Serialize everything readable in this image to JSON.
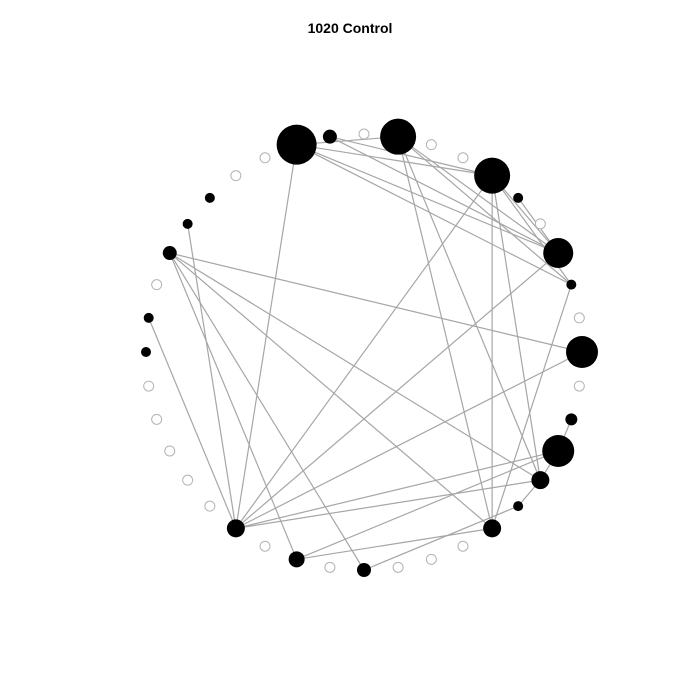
{
  "title": "1020 Control",
  "colors": {
    "node_fill": "#000000",
    "empty_node_stroke": "#b3b3b3",
    "edge": "#a6a6a6"
  },
  "nodes": [
    {
      "id": "n1",
      "size": 5,
      "filled": true
    },
    {
      "id": "n2",
      "size": 5,
      "filled": true
    },
    {
      "id": "n3",
      "size": 0,
      "filled": false
    },
    {
      "id": "n4",
      "size": 7,
      "filled": true
    },
    {
      "id": "n5",
      "size": 5,
      "filled": true
    },
    {
      "id": "n6",
      "size": 5,
      "filled": true
    },
    {
      "id": "n7",
      "size": 0,
      "filled": false
    },
    {
      "id": "n8",
      "size": 0,
      "filled": false
    },
    {
      "id": "n9",
      "size": 20,
      "filled": true
    },
    {
      "id": "n10",
      "size": 7,
      "filled": true
    },
    {
      "id": "n11",
      "size": 0,
      "filled": false
    },
    {
      "id": "n12",
      "size": 18,
      "filled": true
    },
    {
      "id": "n13",
      "size": 0,
      "filled": false
    },
    {
      "id": "n14",
      "size": 0,
      "filled": false
    },
    {
      "id": "n15",
      "size": 18,
      "filled": true
    },
    {
      "id": "n16",
      "size": 5,
      "filled": true
    },
    {
      "id": "n17",
      "size": 0,
      "filled": false
    },
    {
      "id": "n18",
      "size": 15,
      "filled": true
    },
    {
      "id": "n19",
      "size": 5,
      "filled": true
    },
    {
      "id": "n20",
      "size": 0,
      "filled": false
    },
    {
      "id": "n21",
      "size": 16,
      "filled": true
    },
    {
      "id": "n22",
      "size": 0,
      "filled": false
    },
    {
      "id": "n23",
      "size": 6,
      "filled": true
    },
    {
      "id": "n24",
      "size": 16,
      "filled": true
    },
    {
      "id": "n25",
      "size": 9,
      "filled": true
    },
    {
      "id": "n26",
      "size": 5,
      "filled": true
    },
    {
      "id": "n27",
      "size": 9,
      "filled": true
    },
    {
      "id": "n28",
      "size": 0,
      "filled": false
    },
    {
      "id": "n29",
      "size": 0,
      "filled": false
    },
    {
      "id": "n30",
      "size": 0,
      "filled": false
    },
    {
      "id": "n31",
      "size": 7,
      "filled": true
    },
    {
      "id": "n32",
      "size": 0,
      "filled": false
    },
    {
      "id": "n33",
      "size": 8,
      "filled": true
    },
    {
      "id": "n34",
      "size": 0,
      "filled": false
    },
    {
      "id": "n35",
      "size": 9,
      "filled": true
    },
    {
      "id": "n36",
      "size": 0,
      "filled": false
    },
    {
      "id": "n37",
      "size": 0,
      "filled": false
    },
    {
      "id": "n38",
      "size": 0,
      "filled": false
    },
    {
      "id": "n39",
      "size": 0,
      "filled": false
    },
    {
      "id": "n40",
      "size": 0,
      "filled": false
    }
  ],
  "edges": [
    [
      "n35",
      "n2"
    ],
    [
      "n35",
      "n5"
    ],
    [
      "n35",
      "n9"
    ],
    [
      "n35",
      "n15"
    ],
    [
      "n35",
      "n18"
    ],
    [
      "n35",
      "n24"
    ],
    [
      "n35",
      "n25"
    ],
    [
      "n35",
      "n21"
    ],
    [
      "n33",
      "n4"
    ],
    [
      "n33",
      "n27"
    ],
    [
      "n33",
      "n24"
    ],
    [
      "n31",
      "n4"
    ],
    [
      "n31",
      "n26"
    ],
    [
      "n4",
      "n25"
    ],
    [
      "n4",
      "n21"
    ],
    [
      "n4",
      "n27"
    ],
    [
      "n27",
      "n12"
    ],
    [
      "n27",
      "n15"
    ],
    [
      "n27",
      "n19"
    ],
    [
      "n25",
      "n26"
    ],
    [
      "n25",
      "n15"
    ],
    [
      "n25",
      "n12"
    ],
    [
      "n25",
      "n24"
    ],
    [
      "n24",
      "n23"
    ],
    [
      "n9",
      "n19"
    ],
    [
      "n9",
      "n18"
    ],
    [
      "n9",
      "n12"
    ],
    [
      "n9",
      "n15"
    ],
    [
      "n18",
      "n12"
    ],
    [
      "n18",
      "n15"
    ],
    [
      "n18",
      "n16"
    ],
    [
      "n19",
      "n15"
    ],
    [
      "n19",
      "n12"
    ],
    [
      "n10",
      "n18"
    ],
    [
      "n10",
      "n15"
    ]
  ]
}
